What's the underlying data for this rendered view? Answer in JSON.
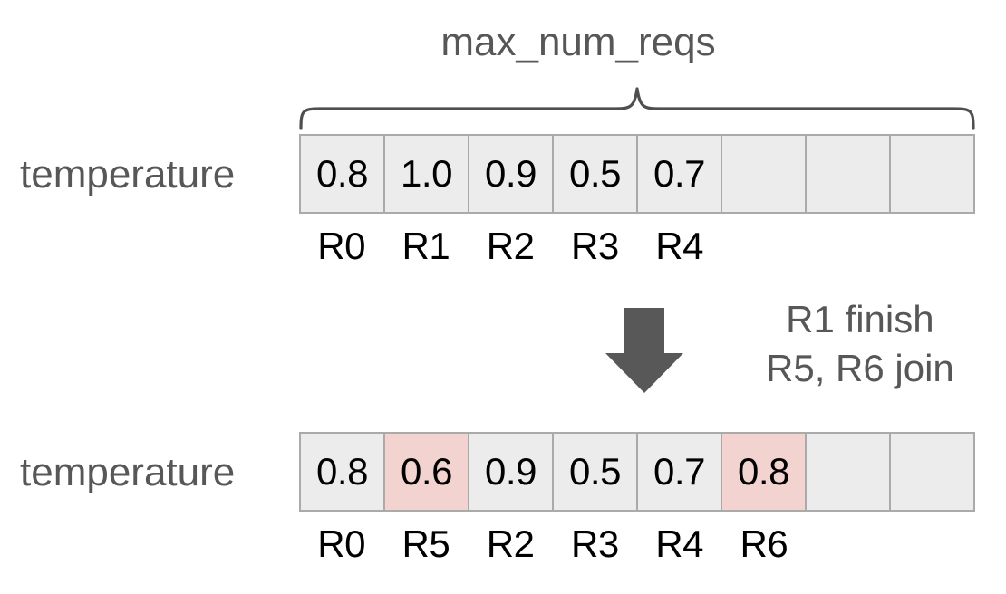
{
  "diagram": {
    "title": "max_num_reqs",
    "colors": {
      "cell_bg": "#ececec",
      "cell_highlight": "#f2d3cf",
      "cell_border": "#aaaaaa",
      "gray_text": "#575757",
      "black_text": "#000000",
      "arrow": "#585858"
    },
    "before": {
      "row_label": "temperature",
      "values": [
        "0.8",
        "1.0",
        "0.9",
        "0.5",
        "0.7",
        "",
        "",
        ""
      ],
      "highlighted": [
        false,
        false,
        false,
        false,
        false,
        false,
        false,
        false
      ],
      "request_ids": [
        "R0",
        "R1",
        "R2",
        "R3",
        "R4",
        "",
        "",
        ""
      ]
    },
    "transition": {
      "arrow": "down-arrow",
      "note_line1": "R1 finish",
      "note_line2": "R5, R6 join"
    },
    "after": {
      "row_label": "temperature",
      "values": [
        "0.8",
        "0.6",
        "0.9",
        "0.5",
        "0.7",
        "0.8",
        "",
        ""
      ],
      "highlighted": [
        false,
        true,
        false,
        false,
        false,
        true,
        false,
        false
      ],
      "request_ids": [
        "R0",
        "R5",
        "R2",
        "R3",
        "R4",
        "R6",
        "",
        ""
      ]
    }
  }
}
